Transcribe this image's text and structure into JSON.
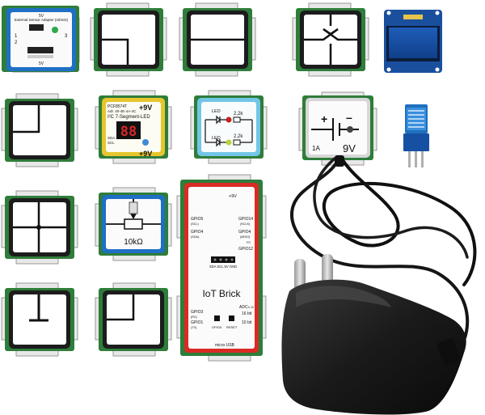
{
  "labels": {
    "sensor_title": "External Sensor Adapter (Inbrick)",
    "sensor_top": "5V",
    "sensor_bottom": "5V",
    "sensor_pin1": "1",
    "sensor_pin2": "2",
    "sensor_pin3": "3",
    "seg_plus_top": "+9V",
    "seg_plus_bottom": "+9V",
    "seg_chip": "PCF8574T",
    "seg_addr": "Adr. 40-4E-4A-4C",
    "seg_title": "I²C 7-Segment-LED",
    "seg_display": "88",
    "seg_sda": "SDA",
    "seg_scl": "SCL",
    "led_top": "LED",
    "led_bottom": "LED",
    "led_r_top": "2,2k",
    "led_r_bottom": "2,2k",
    "battery_current": "1A",
    "battery_voltage": "9V",
    "battery_plus": "+",
    "battery_minus": "–",
    "pot_value": "10kΩ",
    "iot_title": "IoT Brick",
    "iot_9v": "+9V",
    "iot_gpio5": "GPIO5",
    "iot_gpio5_sub": "(SCL)",
    "iot_gpio4_left": "GPIO4",
    "iot_gpio4_left_sub": "(SDA)",
    "iot_gpio14": "GPIO14",
    "iot_gpio14_sub": "(SCLK)",
    "iot_gpio4_right": "GPIO4",
    "iot_gpio4_right_sub": "(MISO)",
    "iot_i2c": "I²C",
    "iot_gpio12": "GPIO12",
    "iot_header": "SDA SCL 5V GND",
    "iot_adc": "ADC",
    "iot_adc_sub": "0-1V",
    "iot_16bit": "16 bit",
    "iot_10bit": "10 bit",
    "iot_gpio3": "GPIO3",
    "iot_gpio3_sub": "(RX)",
    "iot_gpio1": "GPIO1",
    "iot_gpio1_sub": "(TX)",
    "iot_gpio0": "GPIO0",
    "iot_reset": "RESET",
    "iot_usb": "micro USB"
  }
}
